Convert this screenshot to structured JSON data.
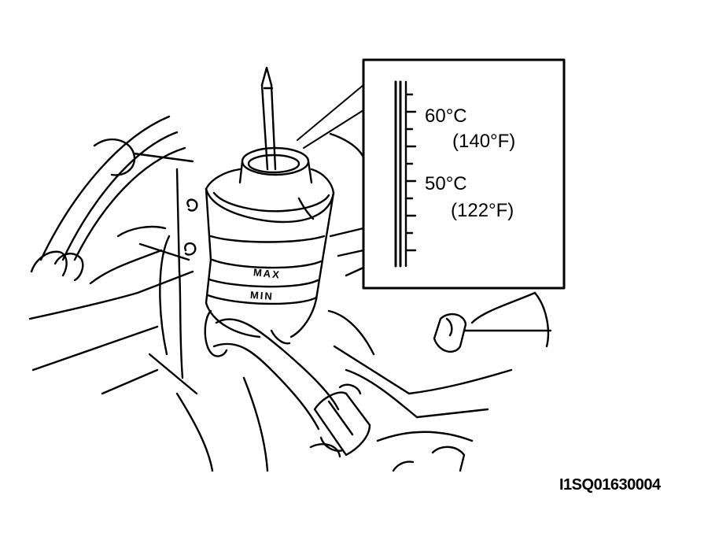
{
  "inset": {
    "temp_high_c": "60°C",
    "temp_high_f": "(140°F)",
    "temp_low_c": "50°C",
    "temp_low_f": "(122°F)"
  },
  "reservoir": {
    "max_mark": "MAX",
    "min_mark": "MIN"
  },
  "figure_code": "I1SQ01630004"
}
